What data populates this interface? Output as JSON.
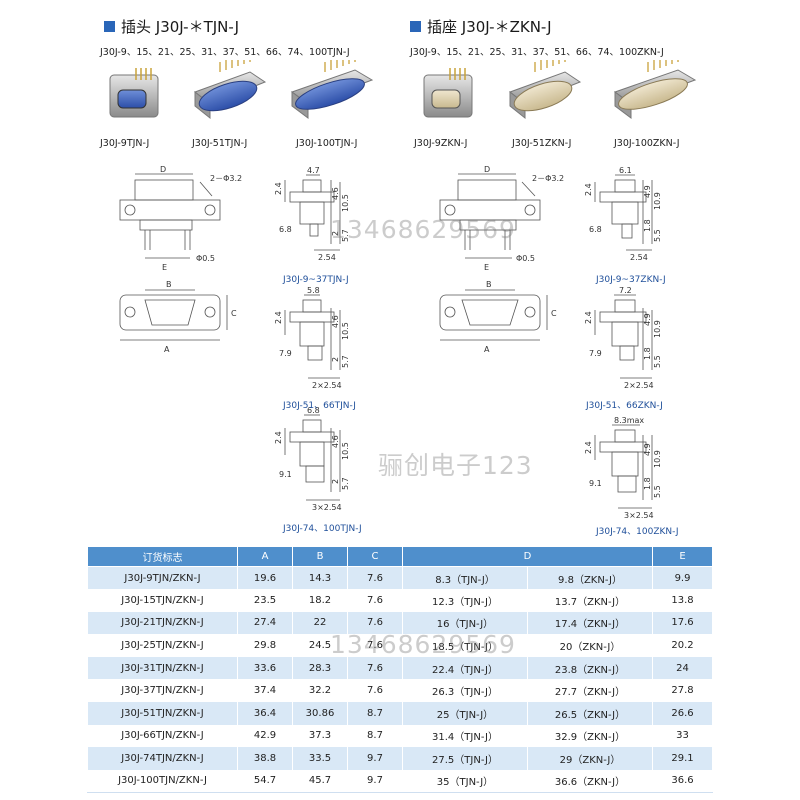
{
  "left_section": {
    "title": "插头 J30J-＊TJN-J",
    "series": "J30J-9、15、21、25、31、37、51、66、74、100TJN-J",
    "products": [
      "J30J-9TJN-J",
      "J30J-51TJN-J",
      "J30J-100TJN-J"
    ],
    "captions": [
      "J30J-9~37TJN-J",
      "J30J-51、66TJN-J",
      "J30J-74、100TJN-J"
    ]
  },
  "right_section": {
    "title": "插座 J30J-＊ZKN-J",
    "series": "J30J-9、15、21、25、31、37、51、66、74、100ZKN-J",
    "products": [
      "J30J-9ZKN-J",
      "J30J-51ZKN-J",
      "J30J-100ZKN-J"
    ],
    "captions": [
      "J30J-9~37ZKN-J",
      "J30J-51、66ZKN-J",
      "J30J-74、100ZKN-J"
    ]
  },
  "dims": {
    "D": "D",
    "E": "E",
    "A": "A",
    "B": "B",
    "C": "C",
    "hole": "2－Φ3.2",
    "pin": "Φ0.5",
    "v24": "2.4",
    "v68": "6.8",
    "v79": "7.9",
    "v91": "9.1",
    "v46": "4.6",
    "v105": "10.5",
    "v2": "2",
    "v57": "5.7",
    "v49": "4.9",
    "v109": "10.9",
    "v18": "1.8",
    "v55": "5.5",
    "w47": "4.7",
    "w58": "5.8",
    "w68": "6.8",
    "w61": "6.1",
    "w72": "7.2",
    "w83": "8.3max",
    "p1": "2.54",
    "p2": "2×2.54",
    "p3": "3×2.54"
  },
  "watermarks": {
    "phone": "13468629569",
    "brand": "骊创电子123"
  },
  "table": {
    "headers": [
      "订货标志",
      "A",
      "B",
      "C",
      "D",
      "E"
    ],
    "rows": [
      {
        "name": "J30J-9TJN/ZKN-J",
        "a": "19.6",
        "b": "14.3",
        "c": "7.6",
        "d1": "8.3（TJN-J）",
        "d2": "9.8（ZKN-J）",
        "e": "9.9"
      },
      {
        "name": "J30J-15TJN/ZKN-J",
        "a": "23.5",
        "b": "18.2",
        "c": "7.6",
        "d1": "12.3（TJN-J）",
        "d2": "13.7（ZKN-J）",
        "e": "13.8"
      },
      {
        "name": "J30J-21TJN/ZKN-J",
        "a": "27.4",
        "b": "22",
        "c": "7.6",
        "d1": "16（TJN-J）",
        "d2": "17.4（ZKN-J）",
        "e": "17.6"
      },
      {
        "name": "J30J-25TJN/ZKN-J",
        "a": "29.8",
        "b": "24.5",
        "c": "7.6",
        "d1": "18.5（TJN-J）",
        "d2": "20（ZKN-J）",
        "e": "20.2"
      },
      {
        "name": "J30J-31TJN/ZKN-J",
        "a": "33.6",
        "b": "28.3",
        "c": "7.6",
        "d1": "22.4（TJN-J）",
        "d2": "23.8（ZKN-J）",
        "e": "24"
      },
      {
        "name": "J30J-37TJN/ZKN-J",
        "a": "37.4",
        "b": "32.2",
        "c": "7.6",
        "d1": "26.3（TJN-J）",
        "d2": "27.7（ZKN-J）",
        "e": "27.8"
      },
      {
        "name": "J30J-51TJN/ZKN-J",
        "a": "36.4",
        "b": "30.86",
        "c": "8.7",
        "d1": "25（TJN-J）",
        "d2": "26.5（ZKN-J）",
        "e": "26.6"
      },
      {
        "name": "J30J-66TJN/ZKN-J",
        "a": "42.9",
        "b": "37.3",
        "c": "8.7",
        "d1": "31.4（TJN-J）",
        "d2": "32.9（ZKN-J）",
        "e": "33"
      },
      {
        "name": "J30J-74TJN/ZKN-J",
        "a": "38.8",
        "b": "33.5",
        "c": "9.7",
        "d1": "27.5（TJN-J）",
        "d2": "29（ZKN-J）",
        "e": "29.1"
      },
      {
        "name": "J30J-100TJN/ZKN-J",
        "a": "54.7",
        "b": "45.7",
        "c": "9.7",
        "d1": "35（TJN-J）",
        "d2": "36.6（ZKN-J）",
        "e": "36.6"
      }
    ]
  }
}
